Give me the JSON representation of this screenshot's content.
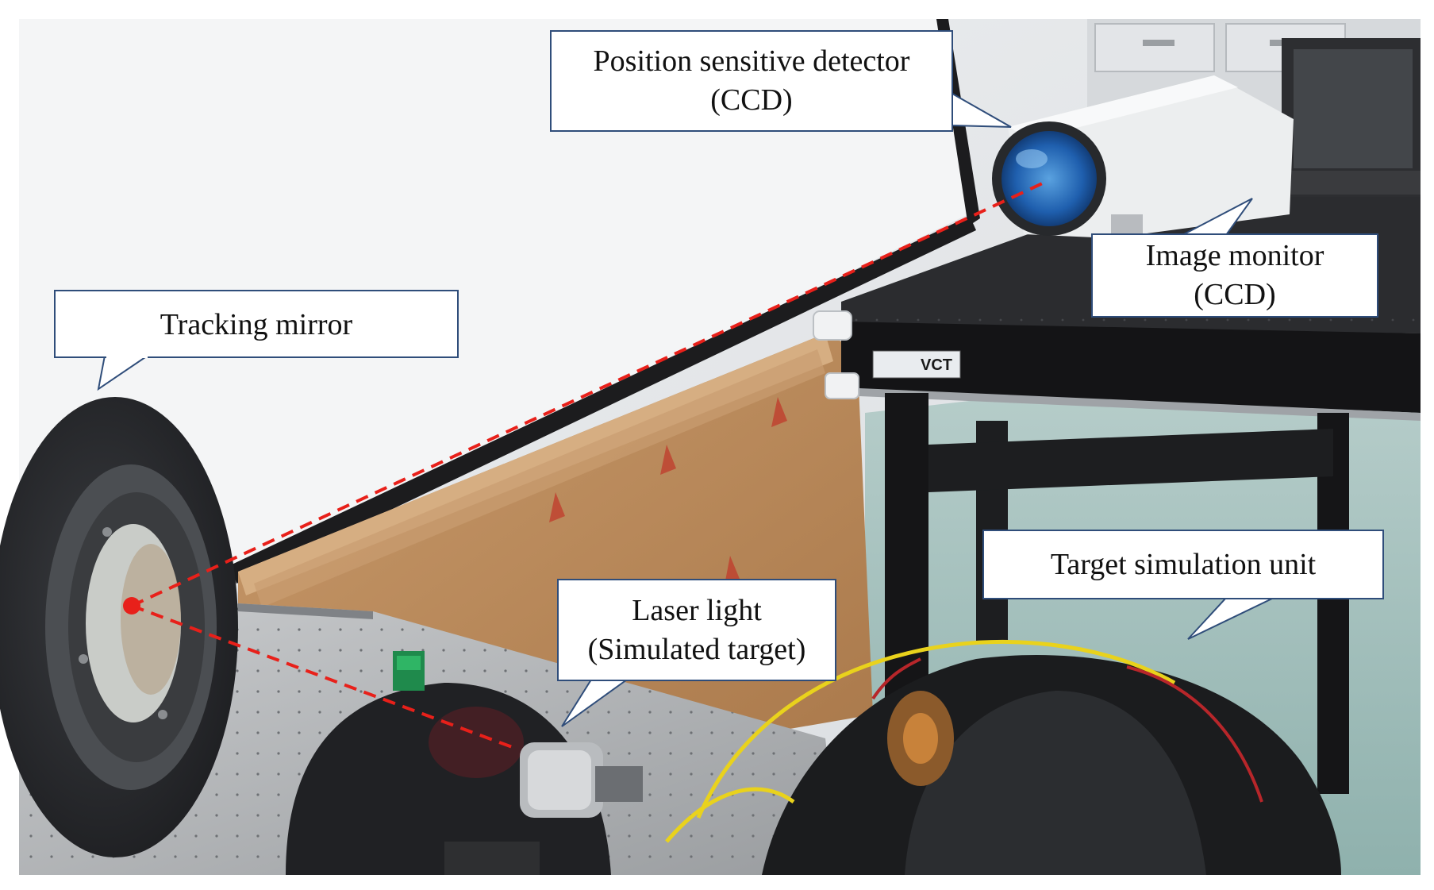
{
  "callouts": {
    "tracking_mirror": {
      "lines": [
        "Tracking mirror"
      ]
    },
    "position_sensitive_detector": {
      "lines": [
        "Position sensitive detector",
        "(CCD)"
      ]
    },
    "image_monitor": {
      "lines": [
        "Image monitor",
        "(CCD)"
      ]
    },
    "laser_light": {
      "lines": [
        "Laser light",
        "(Simulated target)"
      ]
    },
    "target_simulation_unit": {
      "lines": [
        "Target simulation unit"
      ]
    }
  },
  "table_brand": "VCT",
  "colors": {
    "laser_beam": "#e8201a",
    "callout_border": "#2f4d7a",
    "wall": "#e9ecef",
    "cardboard": "#b78a5c",
    "optical_table": "#1b1b1d",
    "cable": "#e9d21c"
  }
}
